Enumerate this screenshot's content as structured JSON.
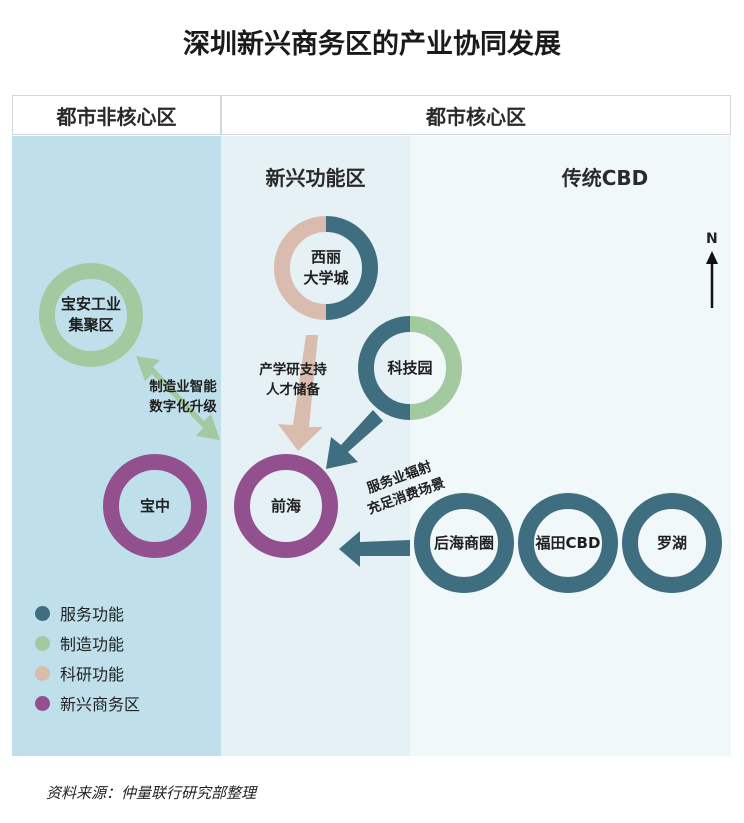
{
  "title": "深圳新兴商务区的产业协同发展",
  "headers": {
    "non_core": "都市非核心区",
    "core": "都市核心区"
  },
  "subzones": {
    "emerging": "新兴功能区",
    "traditional": "传统CBD"
  },
  "nodes": {
    "baoan": "宝安工业\n集聚区",
    "xili": "西丽\n大学城",
    "kejiyuan": "科技园",
    "baozhong": "宝中",
    "qianhai": "前海",
    "houhai": "后海商圈",
    "futian": "福田CBD",
    "luohu": "罗湖"
  },
  "notes": {
    "manufacturing": "制造业智能\n数字化升级",
    "research": "产学研支持\n人才储备",
    "service": "服务业辐射\n充足消费场景"
  },
  "north": "N",
  "legend": [
    {
      "label": "服务功能",
      "color": "#3e6e80"
    },
    {
      "label": "制造功能",
      "color": "#a3c9a0"
    },
    {
      "label": "科研功能",
      "color": "#d9bcad"
    },
    {
      "label": "新兴商务区",
      "color": "#93508f"
    }
  ],
  "colors": {
    "service": "#3e6e80",
    "manufacturing": "#a3c9a0",
    "research": "#d9bcad",
    "emerging": "#93508f",
    "non_core_bg": "#bfe0ea",
    "emerging_bg": "#e6f1f5",
    "traditional_bg": "#f1f8fa"
  },
  "source": "资料来源：仲量联行研究部整理"
}
